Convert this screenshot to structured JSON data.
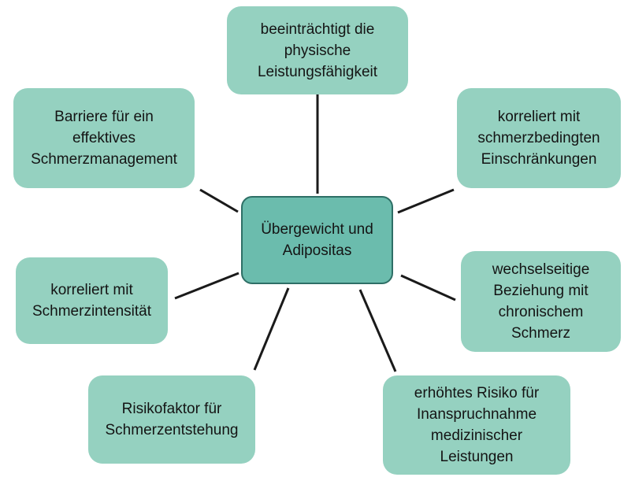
{
  "diagram": {
    "center": {
      "label": "Übergewicht und\nAdipositas"
    },
    "nodes": [
      {
        "id": "top",
        "label": "beeinträchtigt die\nphysische\nLeistungsfähigkeit"
      },
      {
        "id": "top-left",
        "label": "Barriere für ein\neffektives\nSchmerzmanagement"
      },
      {
        "id": "top-right",
        "label": "korreliert mit\nschmerzbedingten\nEinschränkungen"
      },
      {
        "id": "mid-left",
        "label": "korreliert mit\nSchmerzintensität"
      },
      {
        "id": "mid-right",
        "label": "wechselseitige\nBeziehung mit\nchronischem\nSchmerz"
      },
      {
        "id": "bottom-left",
        "label": "Risikofaktor für\nSchmerzentstehung"
      },
      {
        "id": "bottom-right",
        "label": "erhöhtes Risiko für\nInanspruchnahme\nmedizinischer\nLeistungen"
      }
    ],
    "colors": {
      "node_fill": "#95d1c0",
      "center_fill": "#6bbcad",
      "center_border": "#2e6f66",
      "connector": "#1a1a1a"
    }
  }
}
